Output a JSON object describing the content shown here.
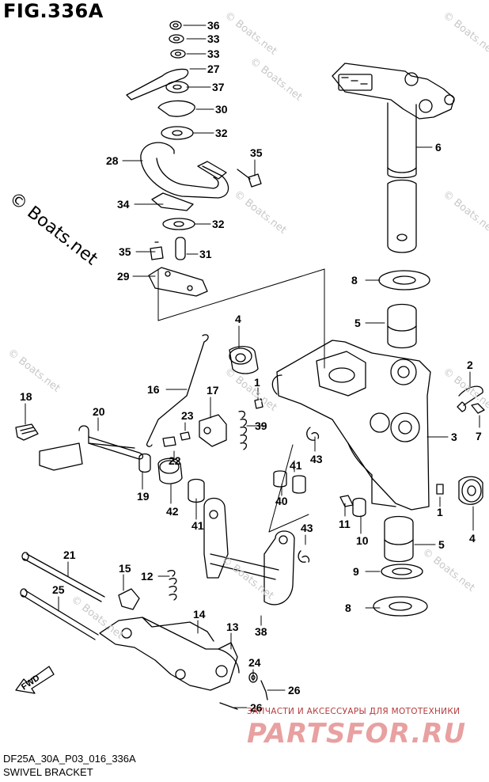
{
  "title": "FIG.336A",
  "diagram_code": "DF25A_30A_P03_016_336A",
  "diagram_name": "SWIVEL BRACKET",
  "watermark_big": "© Boats.net",
  "watermark_small": "© Boats.net",
  "promo_text": "ЗАПЧАСТИ И АКСЕССУАРЫ ДЛЯ МОТОТЕХНИКИ",
  "promo_logo": "PARTSFOR.RU",
  "callouts": [
    {
      "id": "c36",
      "label": "36"
    },
    {
      "id": "c33a",
      "label": "33"
    },
    {
      "id": "c33b",
      "label": "33"
    },
    {
      "id": "c27",
      "label": "27"
    },
    {
      "id": "c37",
      "label": "37"
    },
    {
      "id": "c30",
      "label": "30"
    },
    {
      "id": "c32a",
      "label": "32"
    },
    {
      "id": "c28",
      "label": "28"
    },
    {
      "id": "c35a",
      "label": "35"
    },
    {
      "id": "c34",
      "label": "34"
    },
    {
      "id": "c32b",
      "label": "32"
    },
    {
      "id": "c35b",
      "label": "35"
    },
    {
      "id": "c31",
      "label": "31"
    },
    {
      "id": "c29",
      "label": "29"
    },
    {
      "id": "c6",
      "label": "6"
    },
    {
      "id": "c8a",
      "label": "8"
    },
    {
      "id": "c5a",
      "label": "5"
    },
    {
      "id": "c4a",
      "label": "4"
    },
    {
      "id": "c2",
      "label": "2"
    },
    {
      "id": "c7",
      "label": "7"
    },
    {
      "id": "c3",
      "label": "3"
    },
    {
      "id": "c1a",
      "label": "1"
    },
    {
      "id": "c1b",
      "label": "1"
    },
    {
      "id": "c4b",
      "label": "4"
    },
    {
      "id": "c16",
      "label": "16"
    },
    {
      "id": "c17",
      "label": "17"
    },
    {
      "id": "c18",
      "label": "18"
    },
    {
      "id": "c20",
      "label": "20"
    },
    {
      "id": "c23",
      "label": "23"
    },
    {
      "id": "c39",
      "label": "39"
    },
    {
      "id": "c22",
      "label": "22"
    },
    {
      "id": "c43a",
      "label": "43"
    },
    {
      "id": "c19",
      "label": "19"
    },
    {
      "id": "c42",
      "label": "42"
    },
    {
      "id": "c41a",
      "label": "41"
    },
    {
      "id": "c41b",
      "label": "41"
    },
    {
      "id": "c40",
      "label": "40"
    },
    {
      "id": "c11",
      "label": "11"
    },
    {
      "id": "c10",
      "label": "10"
    },
    {
      "id": "c5b",
      "label": "5"
    },
    {
      "id": "c43b",
      "label": "43"
    },
    {
      "id": "c9",
      "label": "9"
    },
    {
      "id": "c8b",
      "label": "8"
    },
    {
      "id": "c21",
      "label": "21"
    },
    {
      "id": "c15",
      "label": "15"
    },
    {
      "id": "c12",
      "label": "12"
    },
    {
      "id": "c25",
      "label": "25"
    },
    {
      "id": "c14",
      "label": "14"
    },
    {
      "id": "c13",
      "label": "13"
    },
    {
      "id": "c38",
      "label": "38"
    },
    {
      "id": "c24",
      "label": "24"
    },
    {
      "id": "c26a",
      "label": "26"
    },
    {
      "id": "c26b",
      "label": "26"
    }
  ],
  "fwd_label": "FWD"
}
